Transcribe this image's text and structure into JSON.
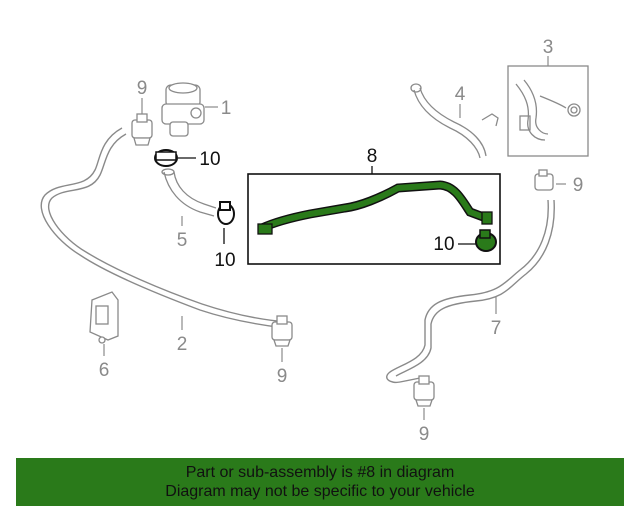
{
  "callouts": {
    "c1": "1",
    "c2": "2",
    "c3": "3",
    "c4": "4",
    "c5": "5",
    "c6": "6",
    "c7": "7",
    "c8": "8",
    "c9a": "9",
    "c9b": "9",
    "c9c": "9",
    "c9d": "9",
    "c10a": "10",
    "c10b": "10",
    "c10c": "10"
  },
  "banner": {
    "line1": "Part or sub-assembly is #8 in diagram",
    "line2": "Diagram may not be specific to your vehicle"
  },
  "colors": {
    "highlight_part": "#2a7a1a",
    "banner_bg": "#2a7a1a",
    "line_art": "#8a8a8a",
    "callout_text": "#8a8a8a"
  }
}
